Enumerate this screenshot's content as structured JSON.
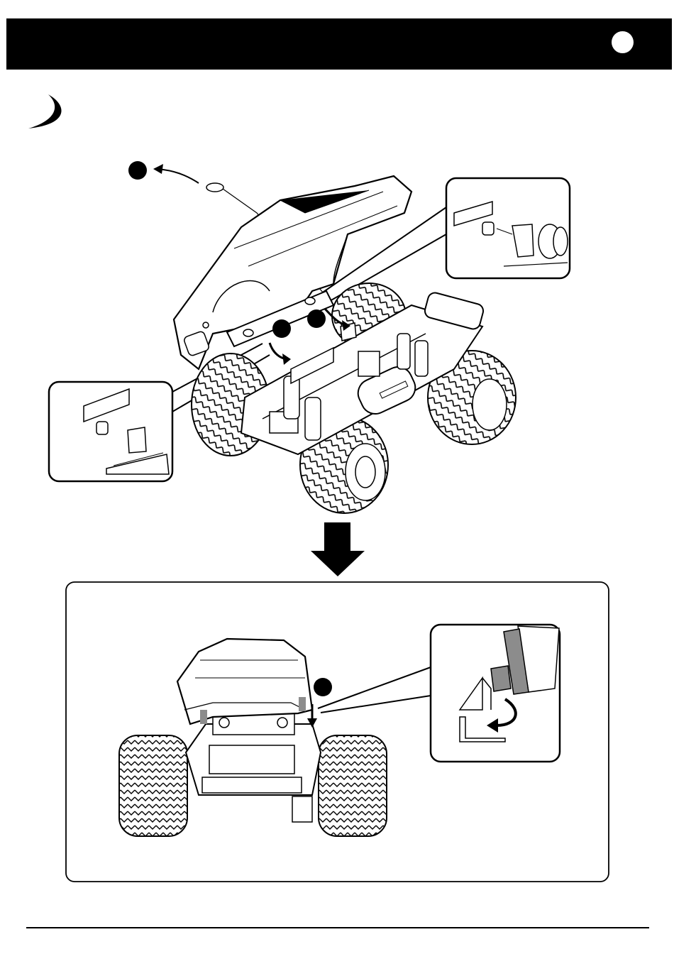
{
  "page": {
    "kind": "instruction-manual-page"
  },
  "header": {
    "marker": "white-circle"
  },
  "step": {
    "icon": "crescent-moon-icon"
  },
  "callouts": {
    "antenna_cap_marker": "black-circle",
    "body_pin_marker_left": "black-circle",
    "body_pin_marker_right": "black-circle",
    "result_marker": "black-circle"
  },
  "colors": {
    "ink": "#000000",
    "paper": "#ffffff",
    "shade": "#8c8c8c",
    "bar": "#000000"
  }
}
